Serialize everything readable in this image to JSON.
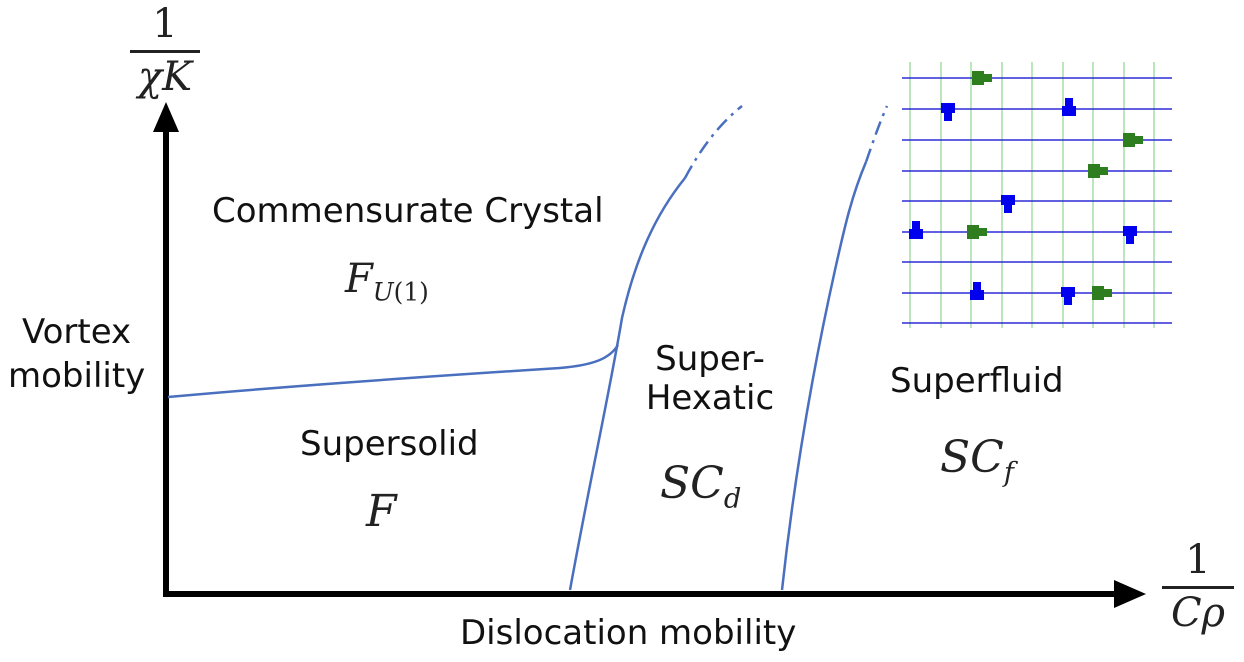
{
  "axes": {
    "y_axis_label": "Vortex mobility",
    "y_axis_label_line1": "Vortex",
    "y_axis_label_line2": "mobility",
    "y_axis_fraction_num": "1",
    "y_axis_fraction_den": "χK",
    "x_axis_label": "Dislocation mobility",
    "x_axis_fraction_num": "1",
    "x_axis_fraction_den": "Cρ"
  },
  "phases": {
    "commensurate": {
      "name": "Commensurate Crystal",
      "symbol_main": "F",
      "symbol_sub": "U(1)"
    },
    "supersolid": {
      "name": "Supersolid",
      "symbol_main": "F"
    },
    "superhexatic": {
      "name_line1": "Super-",
      "name_line2": "Hexatic",
      "symbol_main": "SC",
      "symbol_sub": "d"
    },
    "superfluid": {
      "name": "Superfluid",
      "symbol_main": "SC",
      "symbol_sub": "f"
    }
  },
  "inset": {
    "description_colors": {
      "grid_horizontal": "#2b2bd6",
      "grid_vertical": "#8fd48f",
      "defect_blue": "#0000ee",
      "defect_green": "#2e7d1e"
    }
  },
  "colors": {
    "boundary": "#4a6fbf",
    "axis": "#000000"
  }
}
